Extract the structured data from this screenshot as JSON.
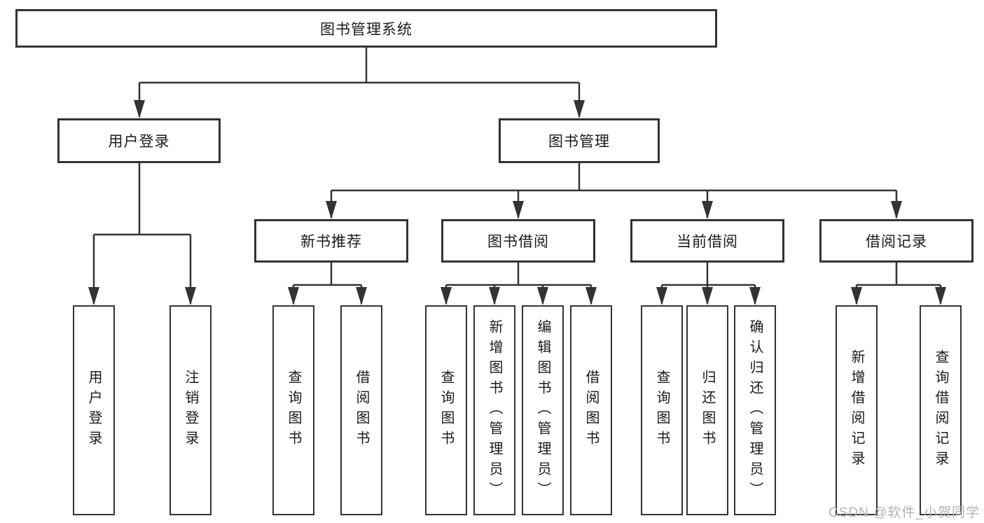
{
  "tree": {
    "label": "图书管理系统",
    "children": [
      {
        "label": "用户登录",
        "children": [
          {
            "label": "用户登录"
          },
          {
            "label": "注销登录"
          }
        ]
      },
      {
        "label": "图书管理",
        "children": [
          {
            "label": "新书推荐",
            "children": [
              {
                "label": "查询图书"
              },
              {
                "label": "借阅图书"
              }
            ]
          },
          {
            "label": "图书借阅",
            "children": [
              {
                "label": "查询图书"
              },
              {
                "label": "新增图书（管理员）"
              },
              {
                "label": "编辑图书（管理员）"
              },
              {
                "label": "借阅图书"
              }
            ]
          },
          {
            "label": "当前借阅",
            "children": [
              {
                "label": "查询图书"
              },
              {
                "label": "归还图书"
              },
              {
                "label": "确认归还（管理员）"
              }
            ]
          },
          {
            "label": "借阅记录",
            "children": [
              {
                "label": "新增借阅记录"
              },
              {
                "label": "查询借阅记录"
              }
            ]
          }
        ]
      }
    ]
  },
  "watermark": "CSDN @软件_小贺同学",
  "colors": {
    "line": "#333333",
    "text": "#1a1a1a",
    "background": "#ffffff",
    "watermark": "#b3b3b3"
  }
}
